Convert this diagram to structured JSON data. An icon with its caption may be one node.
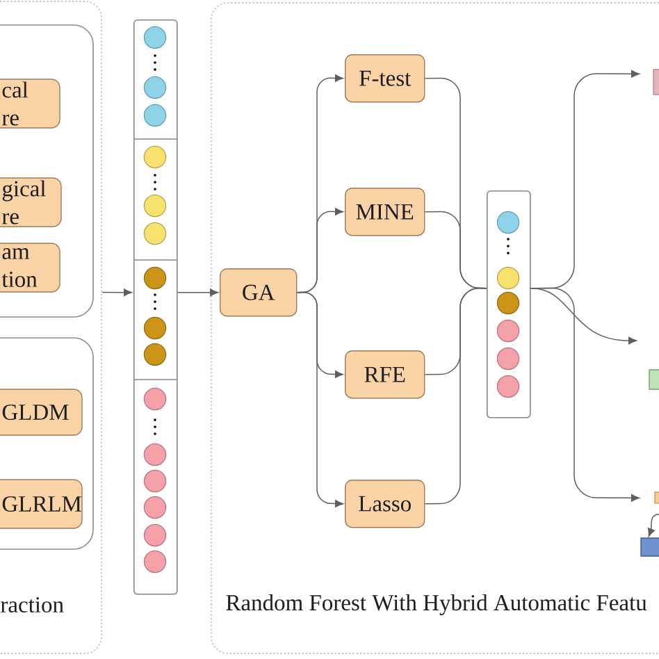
{
  "diagram": {
    "nodes": [
      {
        "text": [
          "raction"
        ]
      },
      {
        "text": [],
        "shape": "box",
        "in": 0
      },
      {
        "text": [
          "cal re"
        ],
        "in": 1
      },
      {
        "text": [
          "gical re"
        ],
        "in": 1
      },
      {
        "text": [
          "am tion"
        ],
        "in": 1
      },
      {
        "text": [],
        "shape": "box",
        "in": 0
      },
      {
        "text": [
          "GLDM"
        ],
        "in": 5
      },
      {
        "text": [
          "GLRLM"
        ],
        "in": 5
      },
      {
        "text": [],
        "shape": "box"
      },
      {
        "text": [
          "Random Forest With Hybrid Automatic Featu"
        ]
      },
      {
        "text": [
          "GA"
        ],
        "in": 9
      },
      {
        "text": [
          "F-test"
        ],
        "in": 9
      },
      {
        "text": [
          "MINE"
        ],
        "in": 9
      },
      {
        "text": [
          "RFE"
        ],
        "in": 9
      },
      {
        "text": [
          "Lasso"
        ],
        "in": 9
      },
      {
        "text": [],
        "shape": "box",
        "in": 9
      },
      {
        "text": [],
        "shape": "box",
        "in": 9
      },
      {
        "text": [],
        "shape": "box",
        "in": 9
      },
      {
        "text": [],
        "shape": "box",
        "in": 9
      },
      {
        "text": [],
        "shape": "box",
        "in": 9
      }
    ],
    "edges": [
      {
        "from": 0,
        "to": 8,
        "arrow": "to"
      },
      {
        "from": 8,
        "to": 10,
        "arrow": "to"
      },
      {
        "from": 10,
        "to": 11,
        "arrow": "to"
      },
      {
        "from": 10,
        "to": 12,
        "arrow": "to"
      },
      {
        "from": 10,
        "to": 13,
        "arrow": "to"
      },
      {
        "from": 10,
        "to": 14,
        "arrow": "to"
      },
      {
        "from": 11,
        "to": 15,
        "arrow": "none"
      },
      {
        "from": 12,
        "to": 15,
        "arrow": "none"
      },
      {
        "from": 13,
        "to": 15,
        "arrow": "none"
      },
      {
        "from": 14,
        "to": 15,
        "arrow": "none"
      },
      {
        "from": 15,
        "to": 16,
        "arrow": "to"
      },
      {
        "from": 15,
        "to": null,
        "arrow": "to"
      },
      {
        "from": 15,
        "to": 18,
        "arrow": "to"
      },
      {
        "from": null,
        "to": 19,
        "arrow": "to"
      }
    ]
  }
}
